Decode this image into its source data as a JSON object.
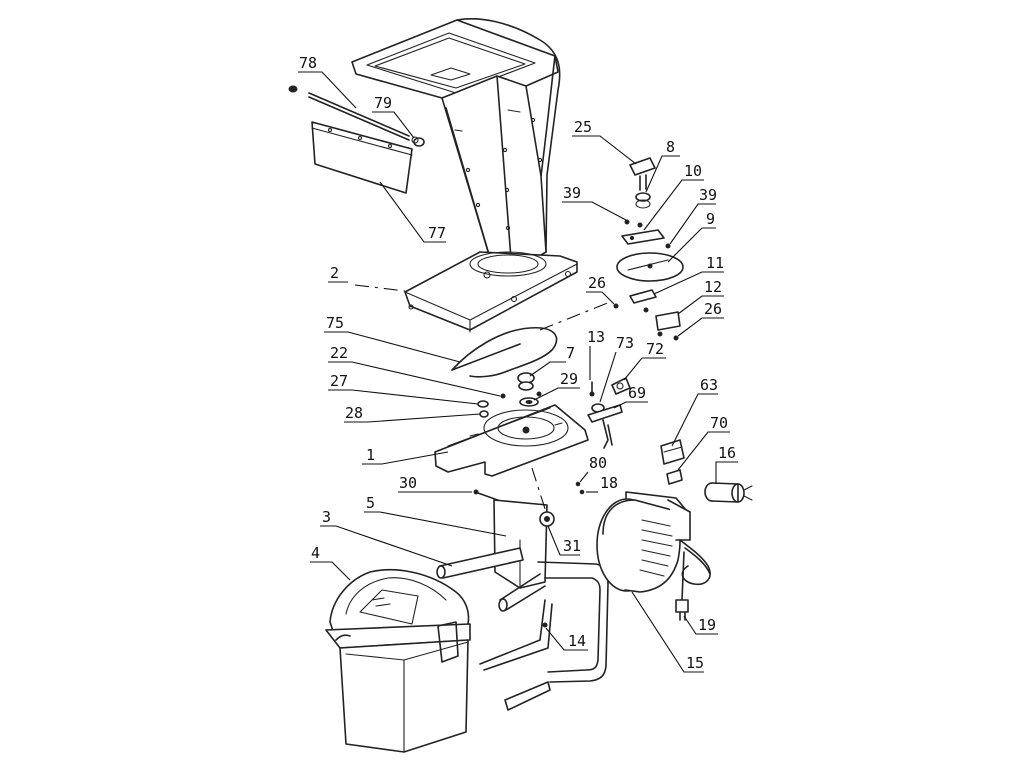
{
  "diagram": {
    "type": "exploded-parts-view",
    "callouts": [
      {
        "id": "78",
        "label": "78"
      },
      {
        "id": "79",
        "label": "79"
      },
      {
        "id": "77",
        "label": "77"
      },
      {
        "id": "2",
        "label": "2"
      },
      {
        "id": "75",
        "label": "75"
      },
      {
        "id": "22",
        "label": "22"
      },
      {
        "id": "27",
        "label": "27"
      },
      {
        "id": "28",
        "label": "28"
      },
      {
        "id": "1",
        "label": "1"
      },
      {
        "id": "30",
        "label": "30"
      },
      {
        "id": "3",
        "label": "3"
      },
      {
        "id": "5",
        "label": "5"
      },
      {
        "id": "4",
        "label": "4"
      },
      {
        "id": "7",
        "label": "7"
      },
      {
        "id": "29",
        "label": "29"
      },
      {
        "id": "25",
        "label": "25"
      },
      {
        "id": "8",
        "label": "8"
      },
      {
        "id": "10",
        "label": "10"
      },
      {
        "id": "39a",
        "label": "39"
      },
      {
        "id": "39b",
        "label": "39"
      },
      {
        "id": "9",
        "label": "9"
      },
      {
        "id": "11",
        "label": "11"
      },
      {
        "id": "26a",
        "label": "26"
      },
      {
        "id": "12",
        "label": "12"
      },
      {
        "id": "26b",
        "label": "26"
      },
      {
        "id": "13",
        "label": "13"
      },
      {
        "id": "73",
        "label": "73"
      },
      {
        "id": "72",
        "label": "72"
      },
      {
        "id": "69",
        "label": "69"
      },
      {
        "id": "63",
        "label": "63"
      },
      {
        "id": "70",
        "label": "70"
      },
      {
        "id": "16",
        "label": "16"
      },
      {
        "id": "80",
        "label": "80"
      },
      {
        "id": "18",
        "label": "18"
      },
      {
        "id": "31",
        "label": "31"
      },
      {
        "id": "14",
        "label": "14"
      },
      {
        "id": "19",
        "label": "19"
      },
      {
        "id": "15",
        "label": "15"
      }
    ]
  }
}
